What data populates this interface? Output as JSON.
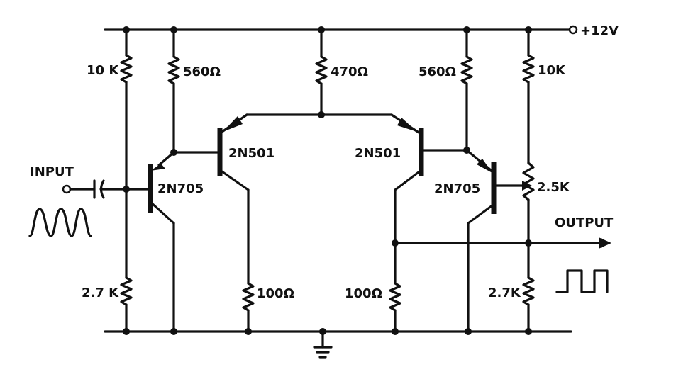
{
  "diagram": {
    "supply_label": "+12V",
    "input_label": "INPUT",
    "output_label": "OUTPUT",
    "components": {
      "r_left_top": "10 K",
      "r_left_col": "560Ω",
      "r_center": "470Ω",
      "r_right_col": "560Ω",
      "r_right_top": "10K",
      "q_left_705": "2N705",
      "q_left_501": "2N501",
      "q_right_501": "2N501",
      "q_right_705": "2N705",
      "pot": "2.5K",
      "r_left_bottom": "2.7 K",
      "r_left_emitter": "100Ω",
      "r_right_emitter": "100Ω",
      "r_right_bottom": "2.7K"
    },
    "input_waveform": "sine",
    "output_waveform": "square"
  }
}
